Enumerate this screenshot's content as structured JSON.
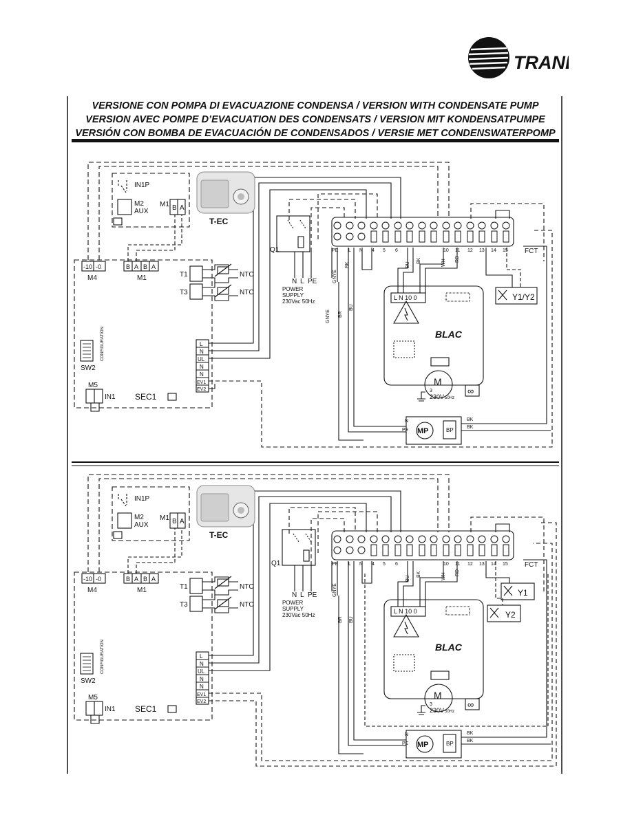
{
  "brand": {
    "name": "TRANE"
  },
  "title_lines": [
    "VERSIONE CON POMPA DI EVACUAZIONE CONDENSA / VERSION WITH CONDENSATE PUMP",
    "VERSION AVEC POMPE D’EVACUATION DES CONDENSATS / VERSION MIT KONDENSATPUMPE",
    "VERSIÓN CON BOMBA DE EVACUACIÓN DE CONDENSADOS / VERSIE MET CONDENSWATERPOMP"
  ],
  "diagram1": {
    "controller": "T-EC",
    "in1p": "IN1P",
    "m2": "M2",
    "aux": "AUX",
    "m1": "M1",
    "b": "B",
    "a": "A",
    "m4": "M4",
    "m4_terminals": [
      "-10",
      "-0"
    ],
    "m1_terminals": [
      "B",
      "A",
      "B",
      "A"
    ],
    "t1": "T1",
    "t3": "T3",
    "ntc": "NTC",
    "sec1": "SEC1",
    "sw2": "SW2",
    "configuration": "CONFIGURATION",
    "m5": "M5",
    "in1": "IN1",
    "sec_terminals": [
      "L",
      "N",
      "UL",
      "N",
      "N",
      "EV1",
      "EV2"
    ],
    "q1": "Q1",
    "power_supply_pins": [
      "N",
      "L",
      "PE"
    ],
    "power_supply": "POWER",
    "power_supply_2": "SUPPLY",
    "power_supply_3": "230Vac 50Hz",
    "fct": "FCT",
    "fct_terminals": [
      "PE",
      "L",
      "N",
      "4",
      "5",
      "6",
      "",
      "",
      "",
      "10",
      "11",
      "12",
      "13",
      "14",
      "15"
    ],
    "wires": [
      "GNYE",
      "BK",
      "BU",
      "BK",
      "WH",
      "RD",
      "GNYE",
      "BR",
      "BU"
    ],
    "blac": "BLAC",
    "blac_terminals": "L N  10 0",
    "motor": "M",
    "motor_3": "3",
    "motor_v": "230V",
    "motor_hz": "50Hz",
    "inf": "∞",
    "valve": "Y1/Y2",
    "mp": "MP",
    "bp": "BP",
    "mp_n": "N",
    "mp_pe": "PE",
    "bk": "BK",
    "bu": "BU"
  },
  "diagram2": {
    "controller": "T-EC",
    "in1p": "IN1P",
    "m2": "M2",
    "aux": "AUX",
    "m1": "M1",
    "b": "B",
    "a": "A",
    "m4": "M4",
    "m4_terminals": [
      "-10",
      "-0"
    ],
    "m1_terminals": [
      "B",
      "A",
      "B",
      "A"
    ],
    "t1": "T1",
    "t3": "T3",
    "ntc": "NTC",
    "sec1": "SEC1",
    "sw2": "SW2",
    "configuration": "CONFIGURATION",
    "m5": "M5",
    "in1": "IN1",
    "sec_terminals": [
      "L",
      "N",
      "UL",
      "N",
      "N",
      "EV1",
      "EV2"
    ],
    "q1": "Q1",
    "power_supply_pins": [
      "N",
      "L",
      "PE"
    ],
    "power_supply": "POWER",
    "power_supply_2": "SUPPLY",
    "power_supply_3": "230Vac 50Hz",
    "fct": "FCT",
    "fct_terminals": [
      "PE",
      "L",
      "N",
      "4",
      "5",
      "6",
      "",
      "",
      "",
      "10",
      "11",
      "12",
      "13",
      "14",
      "15"
    ],
    "blac": "BLAC",
    "blac_terminals": "L N  10 0",
    "motor": "M",
    "motor_3": "3",
    "motor_v": "230V",
    "motor_hz": "50Hz",
    "inf": "∞",
    "valve1": "Y1",
    "valve2": "Y2",
    "mp": "MP",
    "bp": "BP",
    "mp_n": "N",
    "mp_pe": "PE",
    "bk": "BK"
  }
}
